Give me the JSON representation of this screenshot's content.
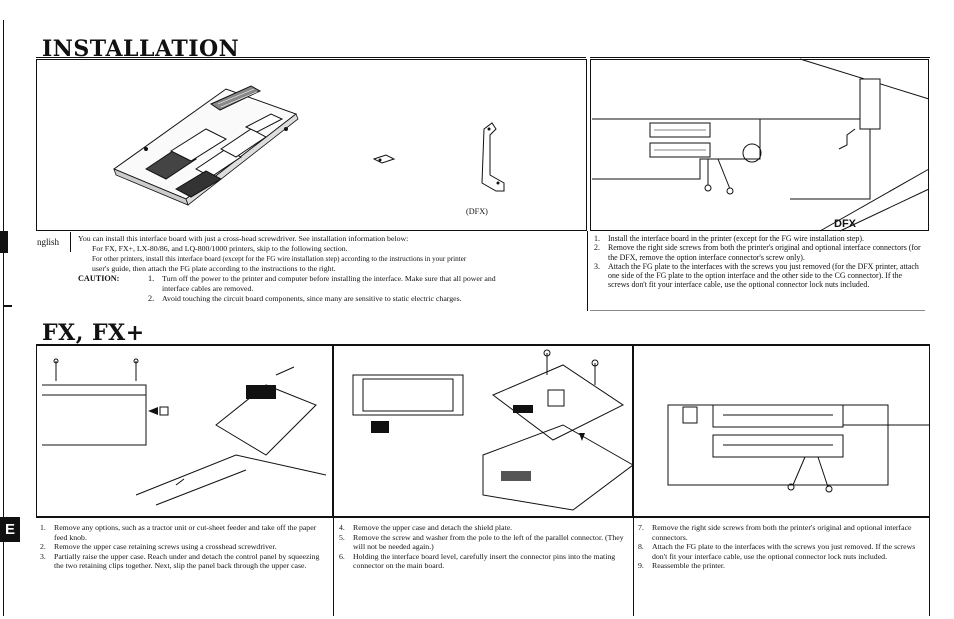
{
  "header": {
    "title": "INSTALLATION"
  },
  "section2": {
    "title": "FX, FX+"
  },
  "figures": {
    "dfx_caption": "(DFX)",
    "dfx_label": "DFX"
  },
  "lang": {
    "tab_text": "nglish",
    "tab_letter": "E"
  },
  "intro": {
    "line1": "You can install this interface board with just a cross-head screwdriver. See installation information below:",
    "line2": "For FX, FX+, LX-80/86, and LQ-800/1000 printers, skip to the following section.",
    "line3": "For other printers, install this interface board (except for the FG wire installation step) according to the instructions in your printer",
    "line4": "user's guide, then attach the FG plate according to the instructions to the right.",
    "caution_label": "CAUTION:",
    "caution1_num": "1.",
    "caution1": "Turn off the power to the printer and computer before installing the interface. Make sure that all power and",
    "caution1b": "interface cables are removed.",
    "caution2_num": "2.",
    "caution2": "Avoid touching the circuit board components, since many are sensitive to static electric charges."
  },
  "steps_top": [
    {
      "num": "1.",
      "text": "Install the interface board in the printer (except for the FG wire installation step)."
    },
    {
      "num": "2.",
      "text": "Remove the right side screws from both the printer's original and optional interface connectors (for the DFX, remove the option interface connector's screw only)."
    },
    {
      "num": "3.",
      "text": "Attach the FG plate to the interfaces with the screws you just removed (for the DFX printer, attach one side of the FG plate to the option interface and the other side to the CG connector). If the screws don't fit your interface cable, use the optional connector lock nuts included."
    }
  ],
  "steps_col1": [
    {
      "num": "1.",
      "text": "Remove any options, such as a tractor unit or cut-sheet feeder and take off the paper feed knob."
    },
    {
      "num": "2.",
      "text": "Remove the upper case retaining screws using a crosshead screwdriver."
    },
    {
      "num": "3.",
      "text": "Partially raise the upper case. Reach under and detach the control panel by squeezing the two retaining clips together. Next, slip the panel back through the upper case."
    }
  ],
  "steps_col2": [
    {
      "num": "4.",
      "text": "Remove the upper case and detach the shield plate."
    },
    {
      "num": "5.",
      "text": "Remove the screw and washer from the pole to the left of the parallel connector. (They will not be needed again.)"
    },
    {
      "num": "6.",
      "text": "Holding the interface board level, carefully insert the connector pins into the mating connector on the main board."
    }
  ],
  "steps_col3": [
    {
      "num": "7.",
      "text": "Remove the right side screws from both the printer's original and optional interface connectors."
    },
    {
      "num": "8.",
      "text": "Attach the FG plate to the interfaces with the screws you just removed. If the screws don't fit your interface cable, use the optional connector lock nuts included."
    },
    {
      "num": "9.",
      "text": "Reassemble the printer."
    }
  ]
}
